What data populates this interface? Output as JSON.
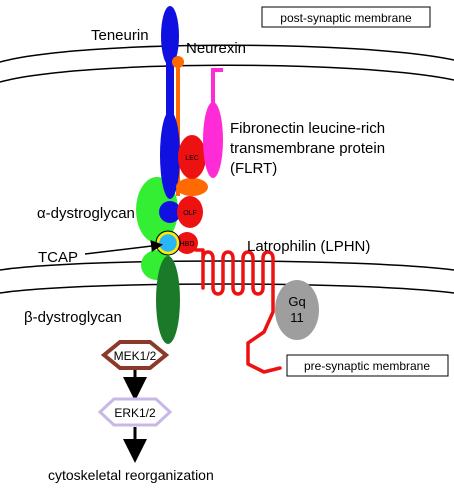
{
  "labels": {
    "post_synaptic_membrane": "post-synaptic membrane",
    "pre_synaptic_membrane": "pre-synaptic membrane",
    "teneurin": "Teneurin",
    "neurexin": "Neurexin",
    "flrt_line1": "Fibronectin leucine-rich",
    "flrt_line2": "transmembrane protein",
    "flrt_line3": "(FLRT)",
    "alpha_dystroglycan": "α-dystroglycan",
    "beta_dystroglycan": "β-dystroglycan",
    "tcap": "TCAP",
    "latrophilin": "Latrophilin (LPHN)",
    "lec": "LEC",
    "olf": "OLF",
    "hbd": "HBD",
    "gq_line1": "Gq",
    "gq_line2": "11",
    "mek": "MEK1/2",
    "erk": "ERK1/2",
    "cytoskeletal": "cytoskeletal reorganization"
  },
  "colors": {
    "teneurin": "#1010e0",
    "neurexin": "#ff6a00",
    "flrt": "#ff2bd6",
    "latrophilin": "#ee1111",
    "alpha_dystroglycan": "#33ee33",
    "beta_dystroglycan": "#1a7a2a",
    "tcap": "#29b6f6",
    "gq": "#9e9e9e",
    "mek": "#8b3a2a",
    "erk": "#c8b8e8"
  }
}
